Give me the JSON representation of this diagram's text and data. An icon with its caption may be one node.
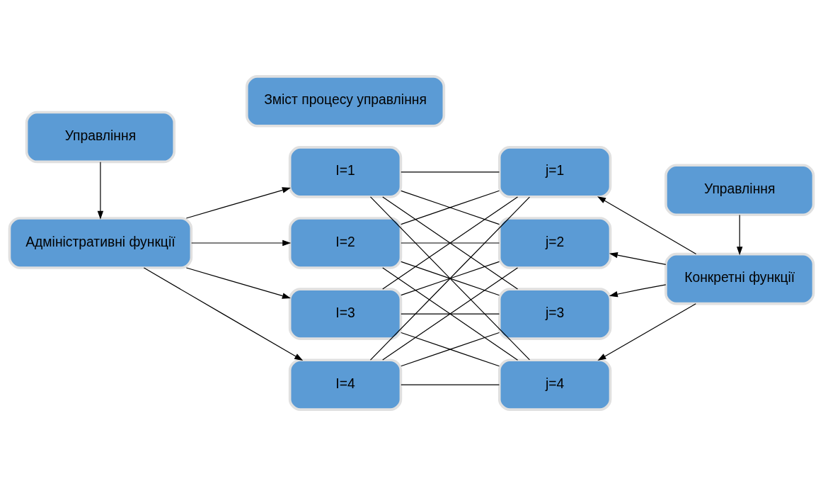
{
  "diagram": {
    "nodes": [
      {
        "text": [
          "Управління"
        ]
      },
      {
        "text": [
          "Зміст процесу управління"
        ]
      },
      {
        "text": [
          "Управління"
        ]
      },
      {
        "text": [
          "Адміністративні функції"
        ]
      },
      {
        "text": [
          "I=1"
        ]
      },
      {
        "text": [
          "I=2"
        ]
      },
      {
        "text": [
          "I=3"
        ]
      },
      {
        "text": [
          "I=4"
        ]
      },
      {
        "text": [
          "j=1"
        ]
      },
      {
        "text": [
          "j=2"
        ]
      },
      {
        "text": [
          "j=3"
        ]
      },
      {
        "text": [
          "j=4"
        ]
      },
      {
        "text": [
          "Конкретні функції"
        ]
      }
    ],
    "edges": [
      {
        "from": 0,
        "to": 3,
        "arrow": "to"
      },
      {
        "from": 3,
        "to": 4,
        "arrow": "to"
      },
      {
        "from": 3,
        "to": 5,
        "arrow": "to"
      },
      {
        "from": 3,
        "to": 6,
        "arrow": "to"
      },
      {
        "from": 3,
        "to": 7,
        "arrow": "to"
      },
      {
        "from": 4,
        "to": 8,
        "arrow": "none"
      },
      {
        "from": 4,
        "to": 9,
        "arrow": "none"
      },
      {
        "from": 4,
        "to": 10,
        "arrow": "none"
      },
      {
        "from": 4,
        "to": 11,
        "arrow": "none"
      },
      {
        "from": 5,
        "to": 8,
        "arrow": "none"
      },
      {
        "from": 5,
        "to": 9,
        "arrow": "none"
      },
      {
        "from": 5,
        "to": 10,
        "arrow": "none"
      },
      {
        "from": 5,
        "to": 11,
        "arrow": "none"
      },
      {
        "from": 6,
        "to": 8,
        "arrow": "none"
      },
      {
        "from": 6,
        "to": 9,
        "arrow": "none"
      },
      {
        "from": 6,
        "to": 10,
        "arrow": "none"
      },
      {
        "from": 6,
        "to": 11,
        "arrow": "none"
      },
      {
        "from": 7,
        "to": 8,
        "arrow": "none"
      },
      {
        "from": 7,
        "to": 9,
        "arrow": "none"
      },
      {
        "from": 7,
        "to": 10,
        "arrow": "none"
      },
      {
        "from": 7,
        "to": 11,
        "arrow": "none"
      },
      {
        "from": 2,
        "to": 12,
        "arrow": "to"
      },
      {
        "from": 12,
        "to": 8,
        "arrow": "to"
      },
      {
        "from": 12,
        "to": 9,
        "arrow": "to"
      },
      {
        "from": 12,
        "to": 10,
        "arrow": "to"
      },
      {
        "from": 12,
        "to": 11,
        "arrow": "to"
      }
    ]
  }
}
